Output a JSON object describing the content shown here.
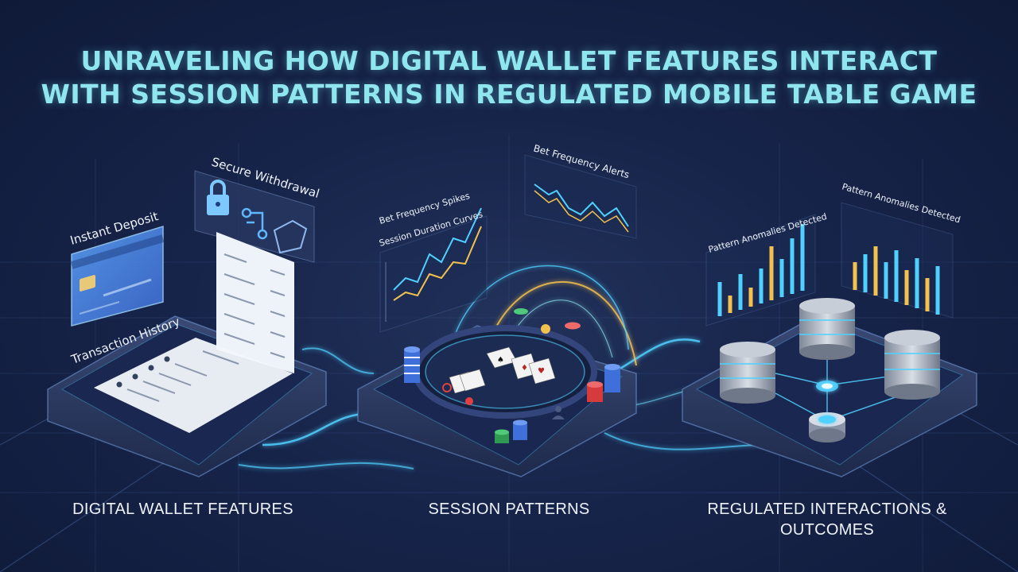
{
  "title": {
    "line1": "UNRAVELING HOW DIGITAL WALLET FEATURES INTERACT",
    "line2": "WITH SESSION PATTERNS IN REGULATED MOBILE TABLE GAME"
  },
  "wallet": {
    "instant_deposit": "Instant Deposit",
    "secure_withdrawal": "Secure Withdrawal",
    "transaction_history": "Transaction History"
  },
  "session": {
    "bet_frequency_spikes": "Bet Frequency Spikes",
    "session_duration_curves": "Session Duration Curves",
    "bet_frequency_alerts": "Bet Frequency Alerts"
  },
  "regulated": {
    "pattern_anomalies_1": "Pattern Anomalies Detected",
    "pattern_anomalies_2": "Pattern Anomalies Detected"
  },
  "labels": {
    "wallet": "DIGITAL WALLET FEATURES",
    "session": "SESSION PATTERNS",
    "regulated_line1": "REGULATED INTERACTIONS &",
    "regulated_line2": "OUTCOMES"
  },
  "colors": {
    "title": "#8fe6ee",
    "accent_cyan": "#4fd0ff",
    "accent_gold": "#f2c14e",
    "panel": "#2a3a63"
  }
}
